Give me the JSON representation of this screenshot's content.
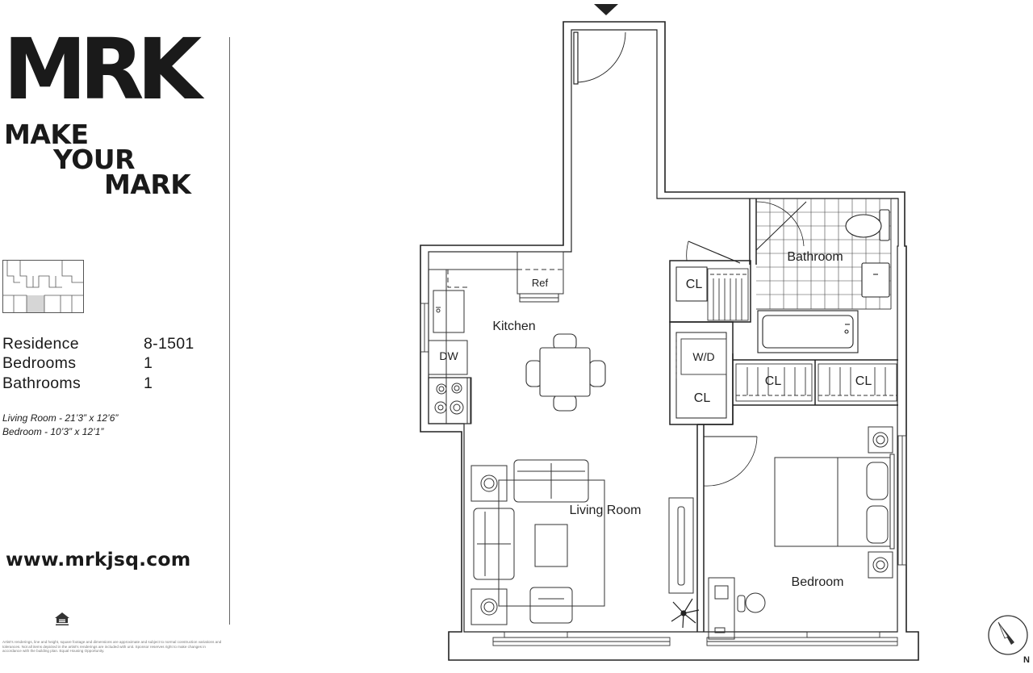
{
  "brand": {
    "logo": "MRK",
    "tagline": [
      "MAKE",
      "YOUR",
      "MARK"
    ],
    "website": "www.mrkjsq.com"
  },
  "specs": [
    {
      "label": "Residence",
      "value": "8-1501"
    },
    {
      "label": "Bedrooms",
      "value": "1"
    },
    {
      "label": "Bathrooms",
      "value": "1"
    }
  ],
  "dimensions": [
    "Living Room - 21’3” x 12’6”",
    "Bedroom - 10’3” x 12’1”"
  ],
  "disclaimer": "Artist's renderings, line and height, square footage and dimensions are approximate and subject to normal construction variations and tolerances. Not all items depicted in the artist's renderings are included with unit. Sponsor reserves right to make changes in accordance with the building plan. Equal Housing Opportunity.",
  "rooms": {
    "kitchen": "Kitchen",
    "living_room": "Living Room",
    "bathroom": "Bathroom",
    "bedroom": "Bedroom"
  },
  "fixtures": {
    "ref": "Ref",
    "dw": "DW",
    "wd": "W/D",
    "closet": "CL"
  },
  "compass": {
    "label": "N"
  }
}
